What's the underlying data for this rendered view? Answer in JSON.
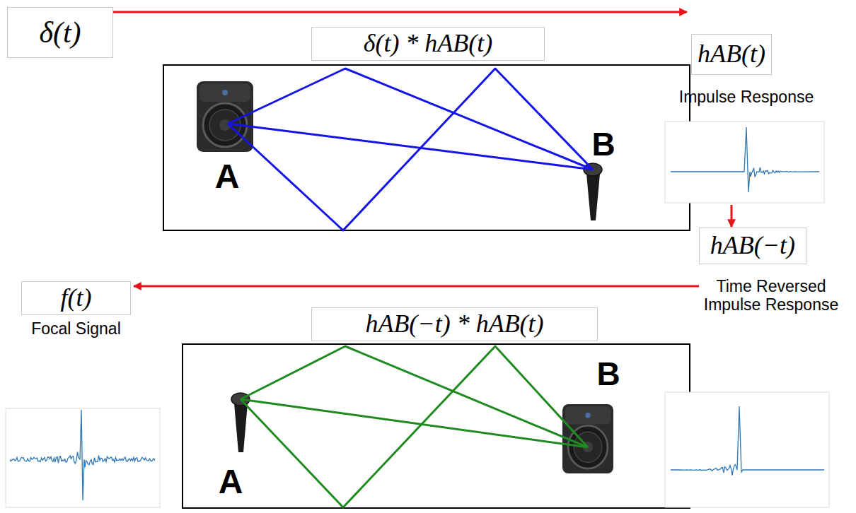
{
  "diagram": {
    "nodes": [
      {
        "text": [
          "δ(t)"
        ]
      },
      {
        "text": [
          "δ(t) * hAB(t)"
        ]
      },
      {
        "text": [
          "hAB(t)"
        ]
      },
      {
        "text": [
          "hAB(−t)"
        ]
      },
      {
        "text": [
          "f(t)"
        ]
      },
      {
        "text": [
          "hAB(−t) * hAB(t)"
        ]
      }
    ],
    "edges": [
      {
        "from": 0,
        "to": 2,
        "arrow": "to"
      },
      {
        "from": 2,
        "to": 3,
        "arrow": "to"
      },
      {
        "from": 3,
        "to": 4,
        "arrow": "to"
      }
    ],
    "labels": [
      "A",
      "B",
      "Impulse Response",
      "A",
      "B",
      "Time Reversed Impulse Response",
      "Focal Signal"
    ]
  }
}
